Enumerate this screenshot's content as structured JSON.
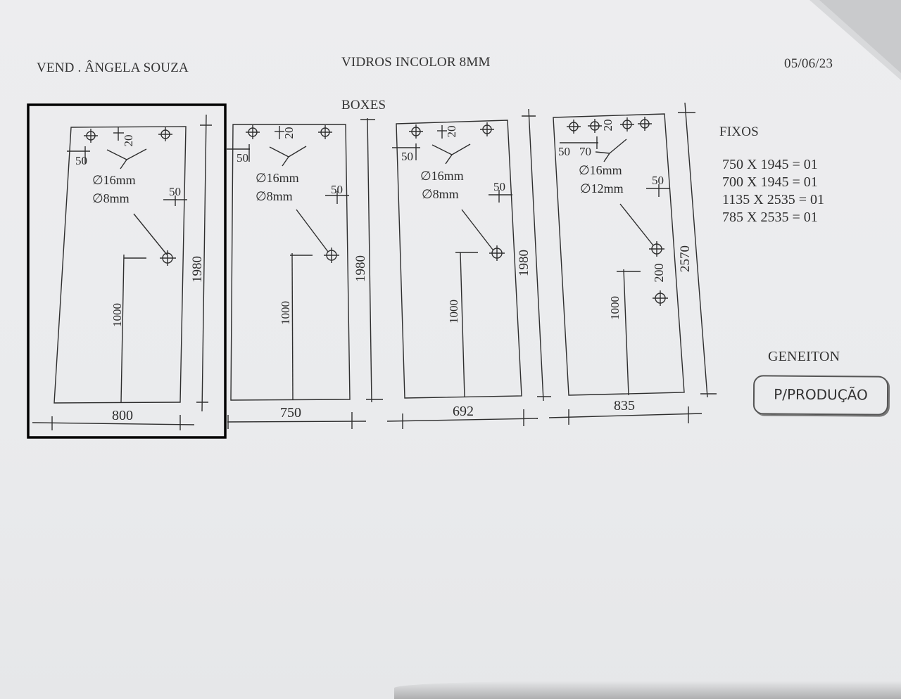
{
  "header": {
    "vendor": "VEND . ÂNGELA SOUZA",
    "material": "VIDROS   INCOLOR 8MM",
    "date": "05/06/23"
  },
  "section_title": "BOXES",
  "panels": [
    {
      "width": "800",
      "height": "1980",
      "top_offset_label": "20",
      "edge_label": "50",
      "side_label": "50",
      "hole1": "∅16mm",
      "hole2": "∅8mm",
      "handle_height": "1000",
      "selected": true
    },
    {
      "width": "750",
      "height": "1980",
      "top_offset_label": "20",
      "edge_label": "50",
      "side_label": "50",
      "hole1": "∅16mm",
      "hole2": "∅8mm",
      "handle_height": "1000"
    },
    {
      "width": "692",
      "height": "1980",
      "top_offset_label": "20",
      "edge_label": "50",
      "side_label": "50",
      "hole1": "∅16mm",
      "hole2": "∅8mm",
      "handle_height": "1000"
    },
    {
      "width": "835",
      "height": "2570",
      "top_offset_label": "20",
      "edge_label": "50",
      "edge_label_2": "70",
      "side_label": "50",
      "hole1": "∅16mm",
      "hole2": "∅12mm",
      "handle_height": "1000",
      "spacing_label": "200"
    }
  ],
  "fixos": {
    "title": "FIXOS",
    "items": [
      "750 X 1945 = 01",
      "700 X 1945 = 01",
      "1135 X 2535 = 01",
      "785 X 2535 = 01"
    ]
  },
  "signature": "GENEITON",
  "stamp": "P/PRODUÇÃO",
  "colors": {
    "ink": "#2b2b2b",
    "paper": "#ebecee",
    "highlight_box": "#000000"
  }
}
